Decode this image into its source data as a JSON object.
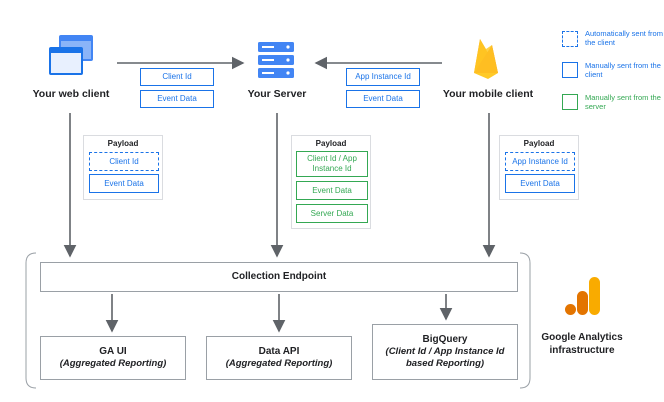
{
  "nodes": {
    "web_client": "Your web client",
    "server": "Your Server",
    "mobile_client": "Your mobile client"
  },
  "flow_labels": {
    "web_to_server": [
      "Client Id",
      "Event Data"
    ],
    "mobile_to_server": [
      "App Instance Id",
      "Event Data"
    ]
  },
  "payloads": {
    "title": "Payload",
    "web": [
      {
        "text": "Client Id",
        "kind": "automatic"
      },
      {
        "text": "Event Data",
        "kind": "manual-client"
      }
    ],
    "server": [
      {
        "text": "Client Id / App Instance Id",
        "kind": "manual-server"
      },
      {
        "text": "Event Data",
        "kind": "manual-server"
      },
      {
        "text": "Server Data",
        "kind": "manual-server"
      }
    ],
    "mobile": [
      {
        "text": "App Instance Id",
        "kind": "automatic"
      },
      {
        "text": "Event Data",
        "kind": "manual-client"
      }
    ]
  },
  "legend": [
    {
      "text": "Automatically sent from the client",
      "style": "dashed",
      "color": "#1a73e8"
    },
    {
      "text": "Manually sent from the client",
      "style": "solid",
      "color": "#1a73e8"
    },
    {
      "text": "Manually sent from the server",
      "style": "solid",
      "color": "#34a853"
    }
  ],
  "infrastructure": {
    "collection_endpoint": "Collection Endpoint",
    "ga_ui": {
      "title": "GA UI",
      "subtitle": "(Aggregated Reporting)"
    },
    "data_api": {
      "title": "Data API",
      "subtitle": "(Aggregated Reporting)"
    },
    "bigquery": {
      "title": "BigQuery",
      "subtitle": "(Client Id / App Instance Id based Reporting)"
    },
    "label": "Google Analytics infrastructure"
  },
  "colors": {
    "blue": "#1a73e8",
    "green": "#34a853",
    "ga_orange": "#f9ab00",
    "ga_dark_orange": "#e37400",
    "firebase_yellow": "#ffca28",
    "firebase_orange": "#f57c00",
    "arrow": "#5f6368"
  },
  "icons": {
    "web_client": "browser-windows-icon",
    "server": "server-rack-icon",
    "mobile_client": "firebase-icon",
    "ga": "google-analytics-icon"
  }
}
